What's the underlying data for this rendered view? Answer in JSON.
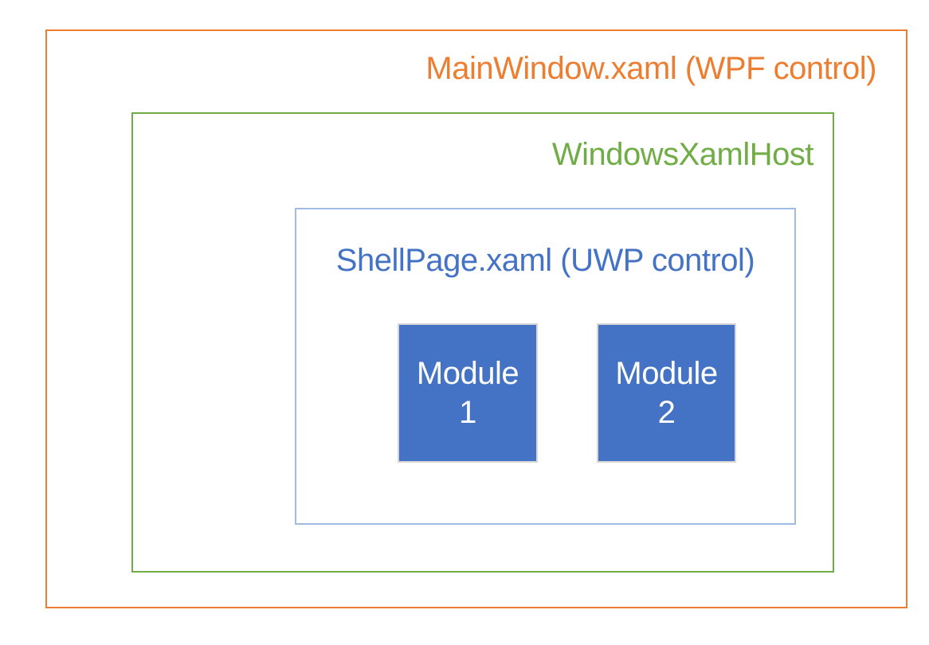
{
  "diagram": {
    "outer": {
      "label": "MainWindow.xaml (WPF control)"
    },
    "host": {
      "label": "WindowsXamlHost"
    },
    "shell": {
      "label": "ShellPage.xaml (UWP control)"
    },
    "modules": [
      {
        "line1": "Module",
        "line2": "1"
      },
      {
        "line1": "Module",
        "line2": "2"
      }
    ]
  },
  "colors": {
    "orange": "#ED7D31",
    "green": "#70AD47",
    "blue": "#4472C4",
    "shell_border": "#A0BCE2",
    "module_border": "#D6D6D6",
    "module_text": "#FFFFFF",
    "background": "#FFFFFF"
  }
}
